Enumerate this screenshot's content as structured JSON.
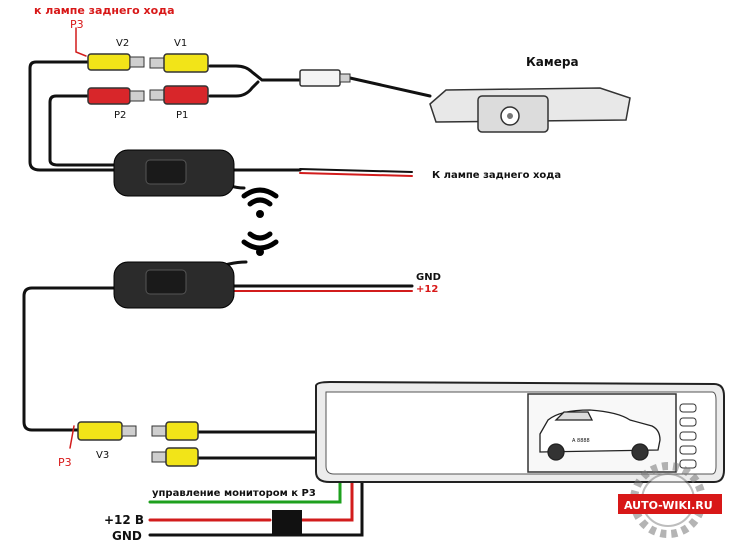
{
  "labels": {
    "top_rear_light": "к лампе заднего хода",
    "p3_top": "P3",
    "v2": "V2",
    "v1": "V1",
    "p2": "P2",
    "p1": "P1",
    "camera": "Камера",
    "rear_light": "К лампе заднего хода",
    "gnd_tx": "GND",
    "plus12_tx": "+12",
    "v3": "V3",
    "p3_bottom": "P3",
    "monitor_control": "управление монитором к P3",
    "plus12v": "+12 В",
    "gnd_bottom": "GND",
    "watermark": "AUTO-WIKI.RU",
    "car_plate": "A 8888"
  },
  "colors": {
    "red_text": "#d81818",
    "wire_red": "#d21c1c",
    "wire_green": "#1ea01e",
    "wire_black": "#111111",
    "yellow_plug": "#f2e418",
    "red_plug": "#d8262a"
  },
  "icons": [
    "wifi-signal-icon",
    "camera-icon",
    "car-icon",
    "gear-watermark-icon"
  ]
}
